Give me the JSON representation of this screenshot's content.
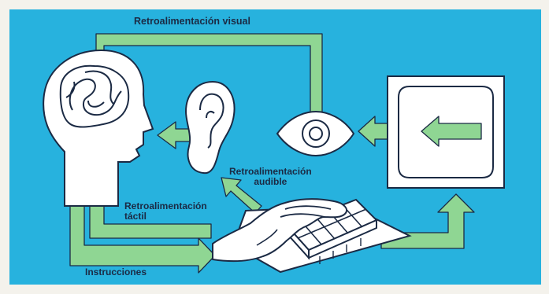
{
  "colors": {
    "background": "#f4f2ec",
    "panel": "#27b2de",
    "arrow": "#8fd693",
    "line": "#1b2a44",
    "fill": "#ffffff"
  },
  "labels": {
    "visual": "Retroalimentación visual",
    "audible_line1": "Retroalimentación",
    "audible_line2": "audible",
    "tactil_line1": "Retroalimentación",
    "tactil_line2": "táctil",
    "instrucciones": "Instrucciones"
  }
}
